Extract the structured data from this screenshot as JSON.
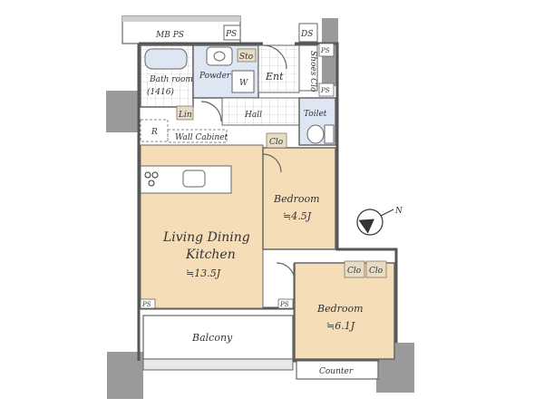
{
  "labels": {
    "mb_ps": "MB PS",
    "ps_top": "PS",
    "ds": "DS",
    "ps_right_1": "PS",
    "ps_right_2": "PS",
    "bathroom": "Bath room",
    "bathroom_size": "(1416)",
    "powder_room": "Powder room",
    "washer": "W",
    "storage": "Sto",
    "shoes_closet": "Shoes Clo",
    "entrance": "Ent",
    "linen": "Lin",
    "hall": "Hall",
    "toilet": "Toilet",
    "refrigerator": "R",
    "wall_cabinet": "Wall Cabinet",
    "closet_1": "Clo",
    "bedroom_1": "Bedroom",
    "bedroom_1_size": "≒4.5J",
    "ldk_line1": "Living Dining",
    "ldk_line2": "Kitchen",
    "ldk_size": "≒13.5J",
    "closet_2": "Clo",
    "closet_3": "Clo",
    "bedroom_2": "Bedroom",
    "bedroom_2_size": "≒6.1J",
    "ps_bottom_1": "PS",
    "ps_bottom_2": "PS",
    "balcony": "Balcony",
    "counter": "Counter",
    "north": "N"
  },
  "colors": {
    "floor_wood": "#f5ddb8",
    "floor_tile": "#dde6f2",
    "floor_hall": "#ffffff",
    "wall": "#555555",
    "pillar": "#9a9a9a"
  }
}
